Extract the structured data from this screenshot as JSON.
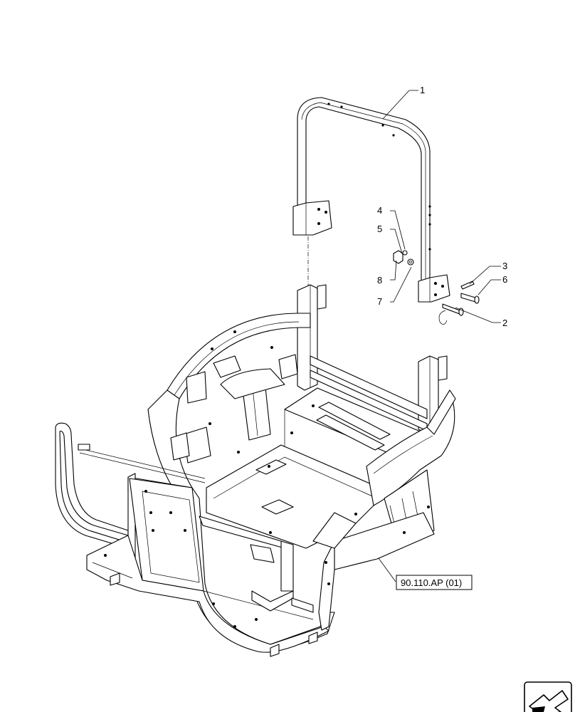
{
  "callouts": {
    "c1": "1",
    "c2": "2",
    "c3": "3",
    "c4": "4",
    "c5": "5",
    "c6": "6",
    "c7": "7",
    "c8": "8"
  },
  "reference_label": "90.110.AP (01)",
  "icons": {
    "corner_nav": "next-page-arrow-icon"
  }
}
